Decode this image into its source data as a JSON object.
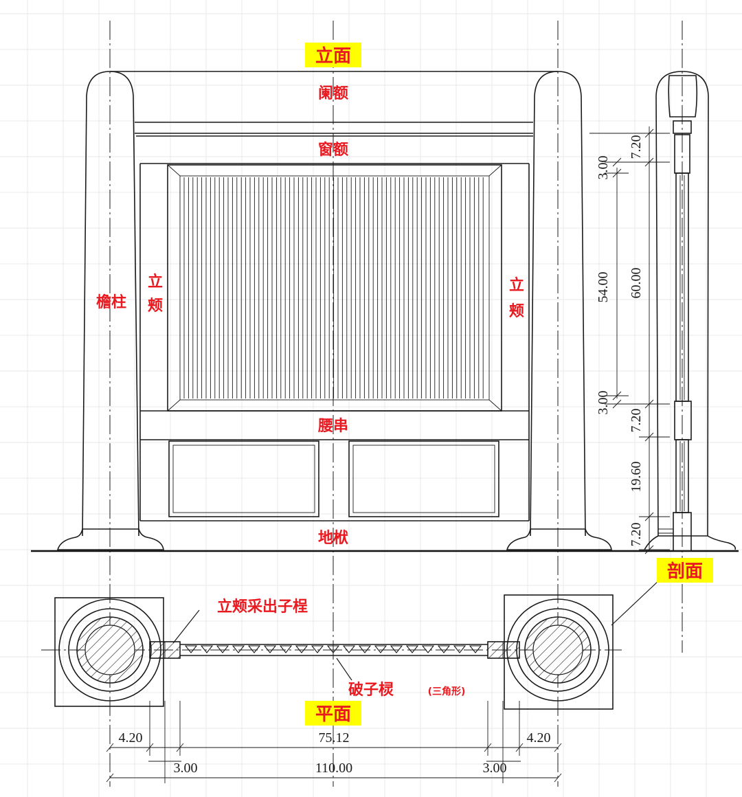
{
  "views": {
    "elevation": "立面",
    "plan": "平面",
    "section": "剖面"
  },
  "parts": {
    "lan_e": "阑额",
    "chuang_e": "窗额",
    "yan_zhu": "檐柱",
    "li_jia": [
      "立",
      "颊"
    ],
    "yao_chuan": "腰串",
    "di_fu": "地栿",
    "li_jia_note": "立颊采出子桯",
    "pozi_ling": "破子棂",
    "pozi_ling_note": "(三角形)"
  },
  "dimensions": {
    "vertical_outer": [
      "7.20",
      "60.00",
      "7.20",
      "19.60",
      "7.20"
    ],
    "vertical_inner": [
      "3.00",
      "54.00",
      "3.00"
    ],
    "plan_top": [
      "4.20",
      "75.12",
      "4.20"
    ],
    "plan_mid": [
      "3.00",
      "3.00"
    ],
    "plan_total": "110.00"
  },
  "colors": {
    "label": "#e8191f",
    "highlight": "#ffff00",
    "ink": "#1a1a1a"
  }
}
